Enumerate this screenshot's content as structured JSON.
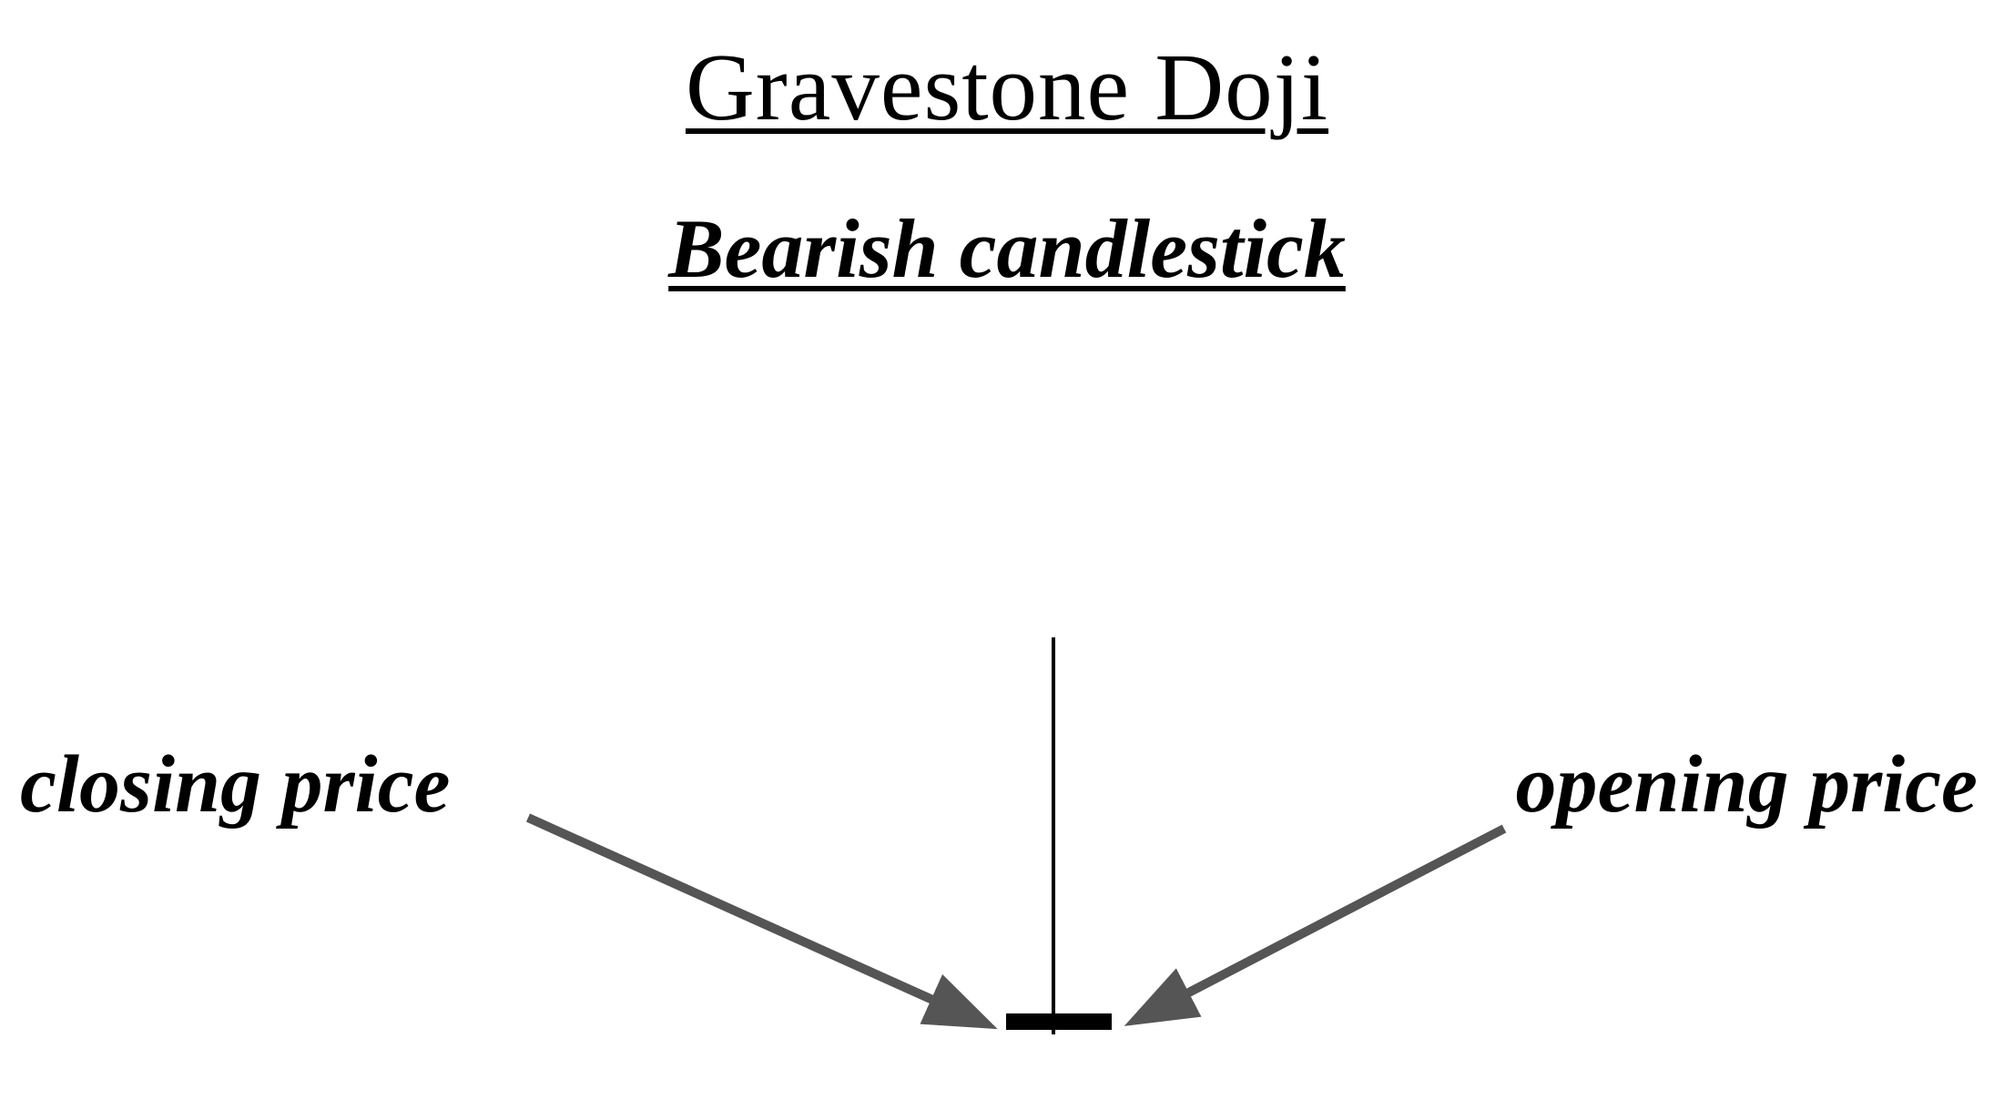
{
  "title": "Gravestone Doji",
  "subtitle": "Bearish candlestick",
  "labels": {
    "closing": "closing price",
    "opening": "opening price"
  },
  "colors": {
    "text": "#000000",
    "arrow": "#555555",
    "candle": "#000000",
    "background": "#ffffff"
  }
}
